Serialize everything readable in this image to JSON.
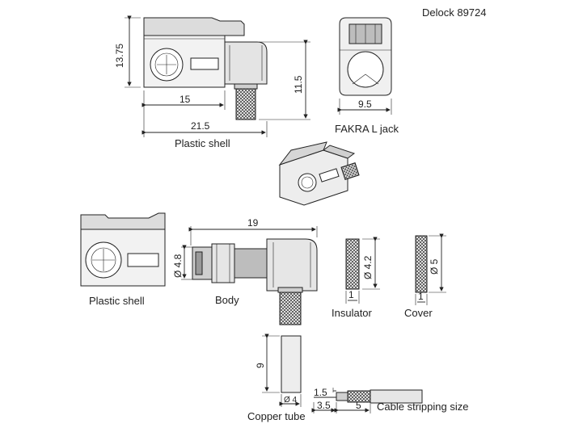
{
  "header": {
    "title": "Delock 89724"
  },
  "labels": {
    "plastic_shell_top": "Plastic shell",
    "fakra": "FAKRA L jack",
    "plastic_shell_bottom": "Plastic shell",
    "body": "Body",
    "insulator": "Insulator",
    "cover": "Cover",
    "copper_tube": "Copper tube",
    "cable_strip": "Cable stripping size"
  },
  "dimensions": {
    "height_1375": "13.75",
    "width_15": "15",
    "width_215": "21.5",
    "height_115": "11.5",
    "width_95": "9.5",
    "length_19": "19",
    "dia_48": "Ø 4.8",
    "dia_42": "Ø 4.2",
    "ins_1": "1",
    "dia_5": "Ø 5",
    "cov_1": "1",
    "tube_9": "9",
    "tube_dia4": "Ø 4",
    "strip_15": "1.5",
    "strip_35": "3.5",
    "strip_5": "5"
  },
  "colors": {
    "line": "#222222",
    "part_fill": "#e6e6e6",
    "dark_fill": "#9a9a9a",
    "knurl": "#555555"
  }
}
